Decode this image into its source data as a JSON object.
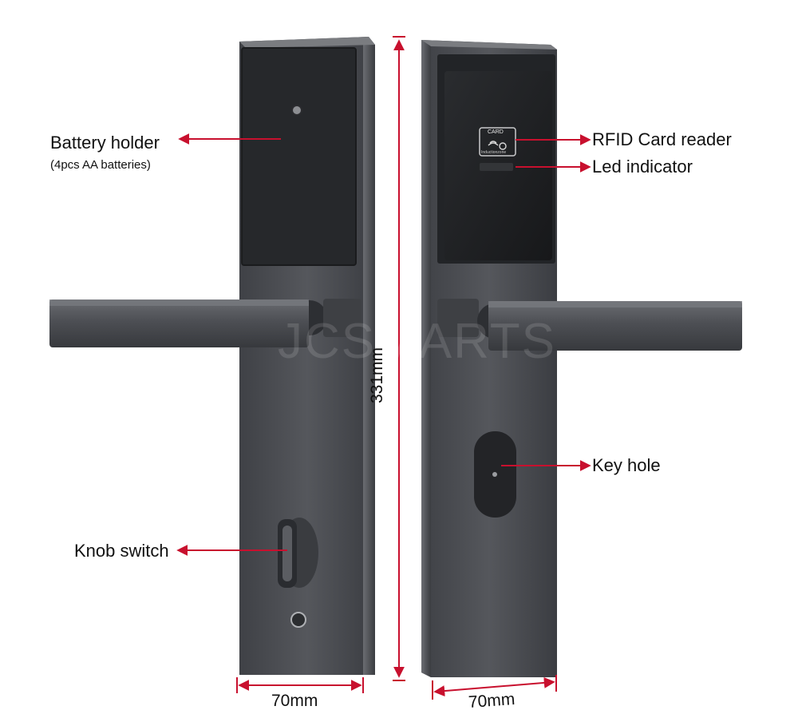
{
  "labels": {
    "battery_holder": "Battery holder",
    "battery_note": "(4pcs AA batteries)",
    "rfid_reader": "RFID Card reader",
    "led_indicator": "Led indicator",
    "key_hole": "Key hole",
    "knob_switch": "Knob switch"
  },
  "dimensions": {
    "height": "331mm",
    "width_left": "70mm",
    "width_right": "70mm"
  },
  "card_icon": {
    "top_text": "CARD",
    "bottom_text": "Inductionzone"
  },
  "watermark": "JCSMARTS",
  "colors": {
    "arrow": "#c8102e",
    "lock_body": "#4a4c51",
    "glass_panel": "#1f2124"
  }
}
